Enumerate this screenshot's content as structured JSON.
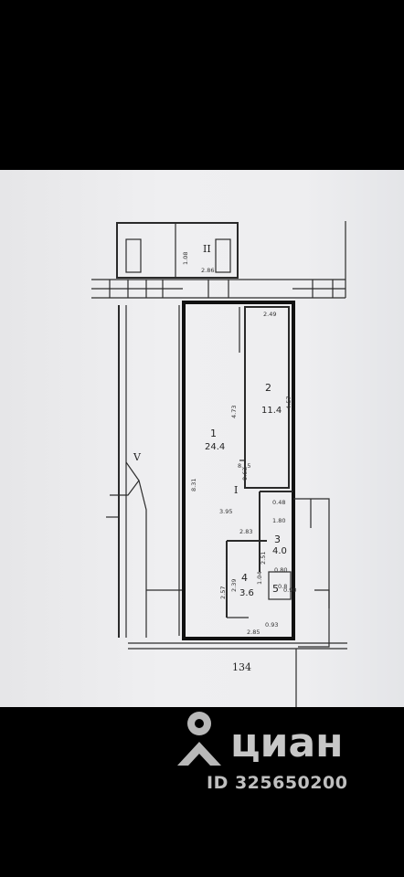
{
  "plan": {
    "labels": {
      "room1_num": "1",
      "room1_area": "24.4",
      "room2_num": "2",
      "room2_area": "11.4",
      "room3_num": "3",
      "room3_area": "4.0",
      "room4_num": "4",
      "room4_area": "3.6",
      "room5_num": "5",
      "room5_area": "0.8",
      "room2_top_roman": "II",
      "corridor_roman": "V",
      "main_roman": "I",
      "building_number": "134"
    },
    "dims": {
      "d_1_08": "1.08",
      "d_2_86": "2.86",
      "d_2_49": "2.49",
      "d_4_57": "4.57",
      "d_4_73": "4.73",
      "d_8_15": "8.15",
      "d_0_63": "0.63",
      "d_8_31": "8.31",
      "d_3_95": "3.95",
      "d_0_48": "0.48",
      "d_1_80": "1.80",
      "d_2_83": "2.83",
      "d_2_51": "2.51",
      "d_2_57": "2.57",
      "d_2_39": "2.39",
      "d_1_04": "1.04",
      "d_0_80": "0.80",
      "d_0_90": "0.90",
      "d_0_93": "0.93",
      "d_2_85": "2.85"
    }
  },
  "watermark": {
    "logo_icon": "map-pin-home-icon",
    "brand": "циан",
    "id_text": "ID 325650200"
  }
}
